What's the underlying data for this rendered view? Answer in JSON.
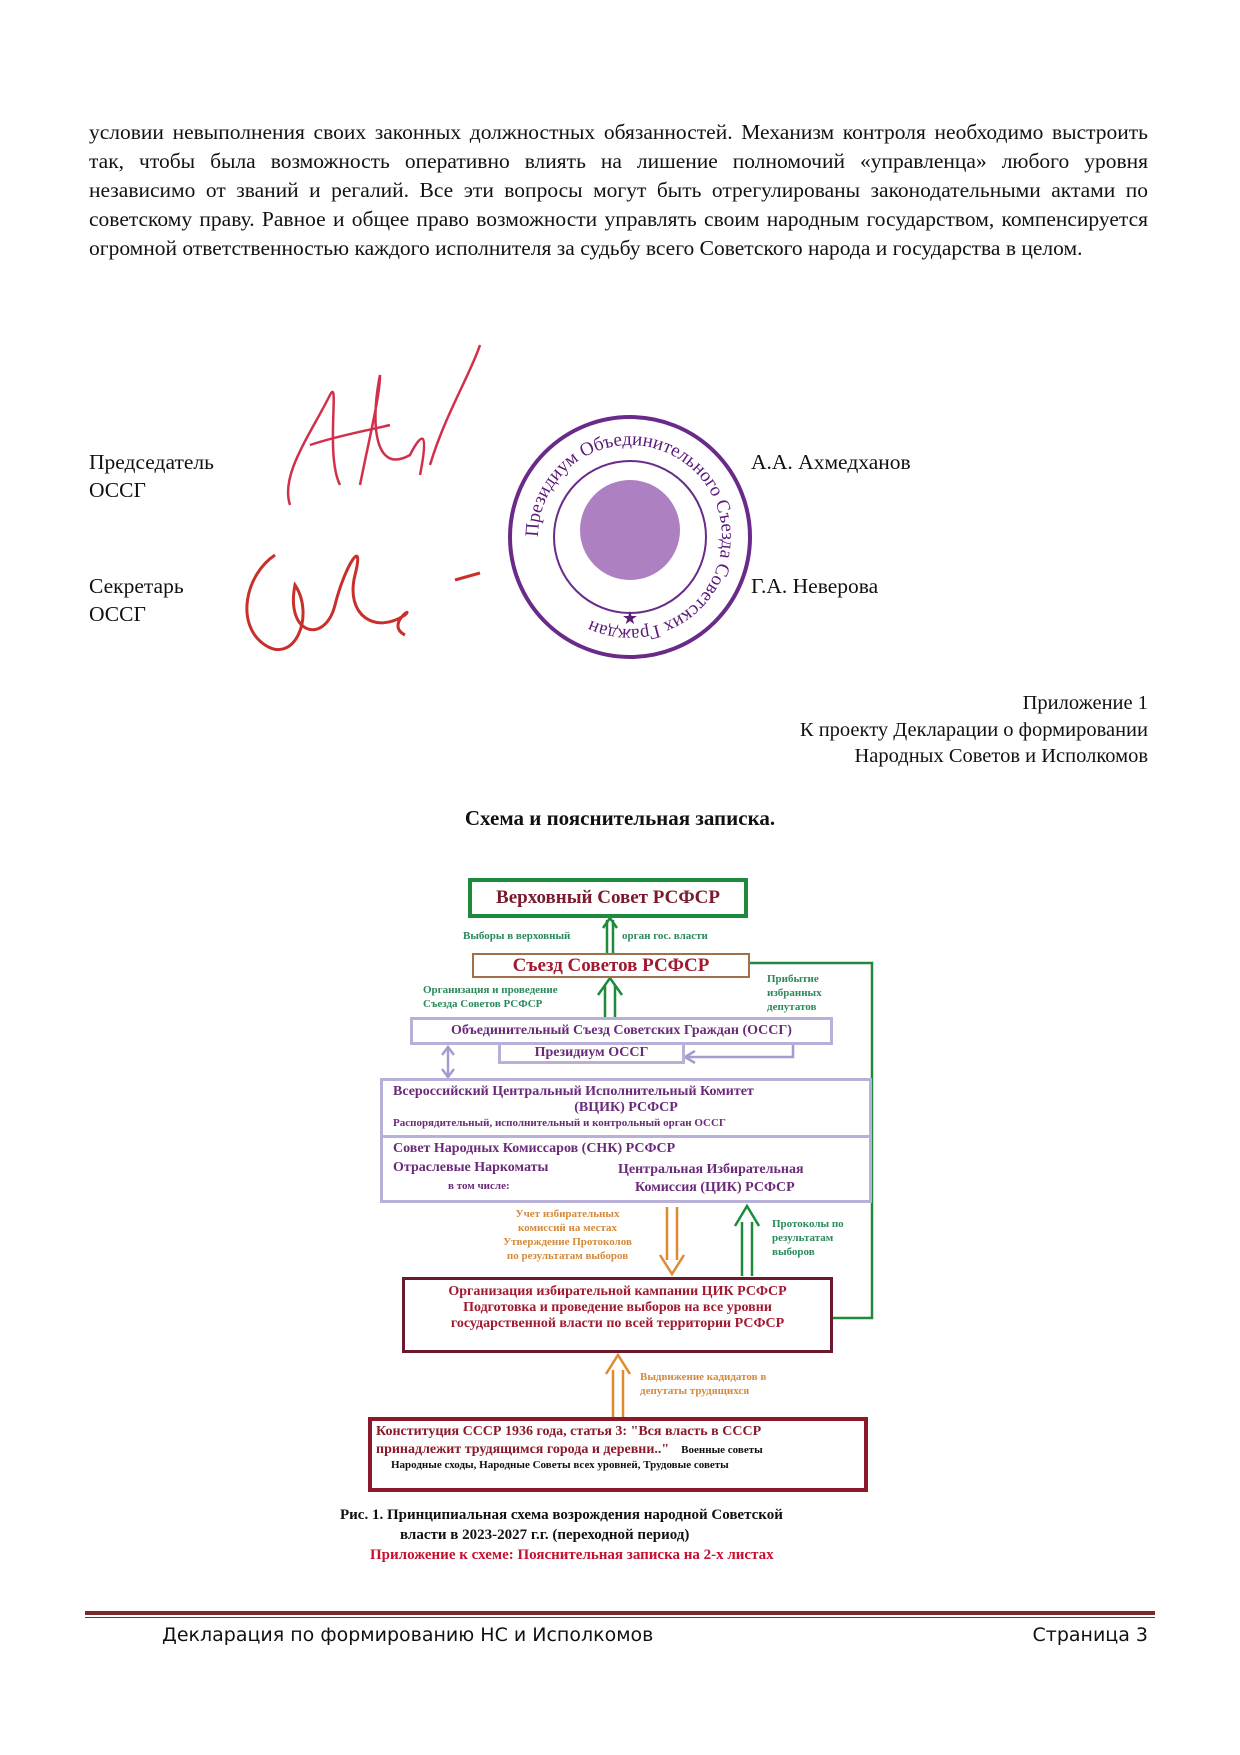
{
  "body_paragraph": "условии невыполнения своих законных должностных обязанностей. Механизм контроля необходимо выстроить так, чтобы была возможность оперативно влиять на лишение полномочий «управленца» любого уровня независимо от званий и регалий. Все эти вопросы могут быть отрегулированы законодательными актами по советскому праву. Равное и общее право возможности управлять своим народным государством, компенсируется огромной ответственностью каждого исполнителя за судьбу всего Советского народа и государства в целом.",
  "signatures": {
    "chairman_role": [
      "Председатель",
      "ОССГ"
    ],
    "chairman_name": "А.А. Ахмедханов",
    "secretary_role": [
      "Секретарь",
      "ОССГ"
    ],
    "secretary_name": "Г.А. Неверова",
    "stamp_text": "Президиум Объединительного Съезда Советских Граждан"
  },
  "appendix": [
    "Приложение 1",
    "К проекту Декларации о формировании",
    "Народных Советов и Исполкомов"
  ],
  "section_title": "Схема и пояснительная записка",
  "diagram": {
    "supreme": "Верховный Совет РСФСР",
    "elect_left": "Выборы в верховный",
    "elect_right": "орган гос. власти",
    "congress": "Съезд Советов РСФСР",
    "org_label": [
      "Организация и проведение",
      "Съезда Советов РСФСР"
    ],
    "arrival_label": [
      "Прибытие",
      "избранных",
      "депутатов"
    ],
    "ossg": "Объединительный Съезд Советских Граждан (ОССГ)",
    "presidium": "Президиум ОССГ",
    "vcik": [
      "Всероссийский Центральный Исполнительный Комитет",
      "(ВЦИК) РСФСР",
      "Распорядительный, исполнительный и контрольный орган ОССГ"
    ],
    "snk": [
      "Совет Народных Комиссаров (СНК) РСФСР",
      "Отраслевые Наркоматы",
      "в том числе:",
      "Центральная Избирательная",
      "Комиссия (ЦИК) РСФСР"
    ],
    "count_label": [
      "Учет избирательных",
      "комиссий на местах",
      "Утверждение Протоколов",
      "по результатам выборов"
    ],
    "protocol_label": [
      "Протоколы по",
      "результатам",
      "выборов"
    ],
    "campaign": [
      "Организация избирательной кампании ЦИК РСФСР",
      "Подготовка и проведение выборов на все уровни",
      "государственной власти по всей территории РСФСР"
    ],
    "nominate_label": [
      "Выдвижение кадидатов в",
      "депутаты трудящихся"
    ],
    "constitution": [
      "Конституция СССР 1936 года, статья 3: \"Вся власть в СССР",
      "принадлежит трудящимся города и деревни..\"",
      "Военные советы",
      "Народные сходы, Народные Советы всех уровней, Трудовые советы"
    ],
    "caption": [
      "Рис. 1. Принципиальная схема возрождения народной Советской",
      "власти в 2023-2027 г.г.   (переходной период)",
      "Приложение к схеме: Пояснительная записка на 2-х листах"
    ]
  },
  "footer": {
    "left": "Декларация по формированию НС и Исполкомов",
    "right": "Страница 3"
  }
}
